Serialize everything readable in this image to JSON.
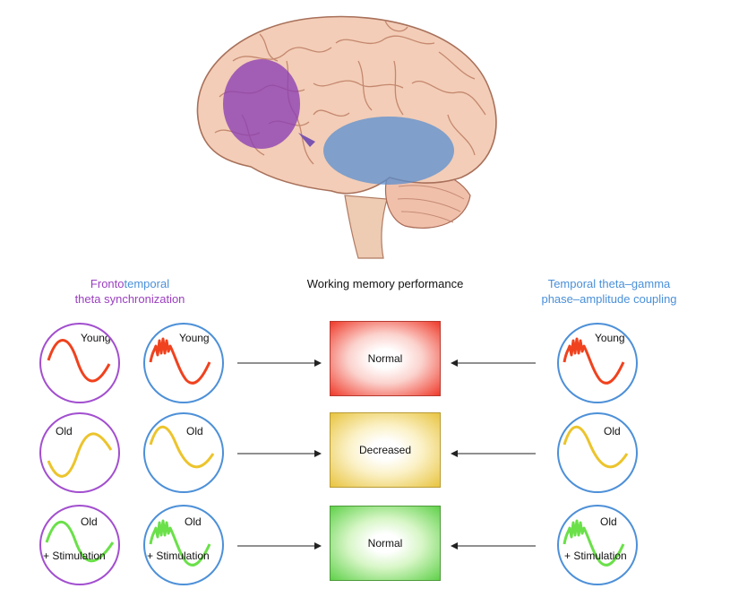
{
  "headings": {
    "left_part1": "Fronto",
    "left_part2": "temporal",
    "left_line2": "theta synchronization",
    "middle": "Working memory performance",
    "right_line1": "Temporal theta–gamma",
    "right_line2": "phase–amplitude coupling"
  },
  "rows": [
    {
      "label": "Young",
      "outcome": "Normal",
      "wave_color": "#f0421e",
      "theta_label": "Young",
      "coupling_label": "Young",
      "right_label": "Young"
    },
    {
      "label": "Old",
      "outcome": "Decreased",
      "wave_color": "#ecc42c",
      "theta_label": "Old",
      "coupling_label": "Old",
      "right_label": "Old"
    },
    {
      "label": "Old + Stimulation",
      "outcome": "Normal",
      "wave_color": "#6ae049",
      "theta_label": "Old",
      "theta_sublabel": "+ Stimulation",
      "coupling_label": "Old",
      "coupling_sublabel": "+ Stimulation",
      "right_label": "Old",
      "right_sublabel": "+ Stimulation"
    }
  ],
  "colors": {
    "frontal_region": "#8b3fb3",
    "temporal_region": "#5a8fd0",
    "theta_ring": "#a24fcf",
    "coupling_ring": "#4d90d8"
  }
}
